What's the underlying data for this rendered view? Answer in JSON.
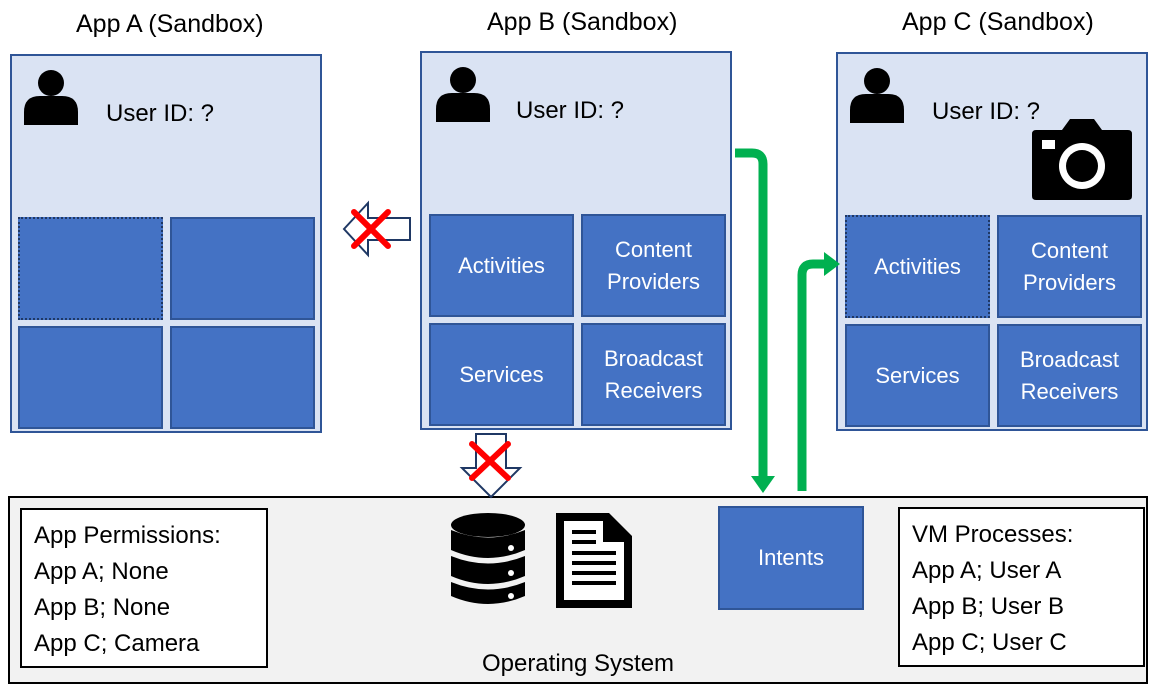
{
  "apps": [
    {
      "title": "App A (Sandbox)",
      "user_id": "User ID: ?"
    },
    {
      "title": "App B (Sandbox)",
      "user_id": "User ID: ?",
      "components": [
        "Activities",
        "Content Providers",
        "Services",
        "Broadcast Receivers"
      ]
    },
    {
      "title": "App C (Sandbox)",
      "user_id": "User ID: ?",
      "components": [
        "Activities",
        "Content Providers",
        "Services",
        "Broadcast Receivers"
      ]
    }
  ],
  "os": {
    "label": "Operating System",
    "intents": "Intents",
    "permissions": {
      "heading": "App Permissions:",
      "lines": [
        "App A; None",
        "App B; None",
        "App C; Camera"
      ]
    },
    "processes": {
      "heading": "VM Processes:",
      "lines": [
        "App A; User A",
        "App B; User B",
        "App C; User C"
      ]
    }
  },
  "icons": [
    "user-icon",
    "camera-icon",
    "database-icon",
    "document-icon",
    "blocked-arrow-icon",
    "intent-flow-arrow"
  ],
  "colors": {
    "sandbox_bg": "#dae3f3",
    "sandbox_border": "#2f5597",
    "component": "#4472c4",
    "flow": "#00b050",
    "blocked": "#ff0000",
    "os_bg": "#f2f2f2"
  }
}
